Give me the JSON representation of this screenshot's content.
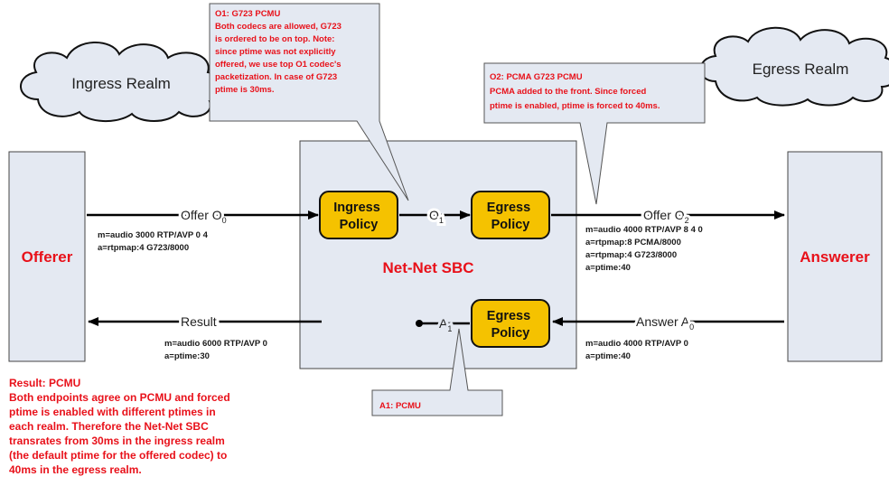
{
  "clouds": {
    "ingress": "Ingress Realm",
    "egress": "Egress Realm"
  },
  "endpoints": {
    "offerer": "Offerer",
    "answerer": "Answerer"
  },
  "sbc": {
    "title": "Net-Net SBC",
    "ingress_policy": [
      "Ingress",
      "Policy"
    ],
    "egress_policy_top": [
      "Egress",
      "Policy"
    ],
    "egress_policy_bottom": [
      "Egress",
      "Policy"
    ]
  },
  "arrows": {
    "offer0": {
      "label": "Offer O",
      "sub": "0"
    },
    "o1": {
      "label": "O",
      "sub": "1"
    },
    "offer2": {
      "label": "Offer O",
      "sub": "2"
    },
    "result": {
      "label": "Result"
    },
    "answer0": {
      "label": "Answer A",
      "sub": "0"
    },
    "a1": {
      "label": "A",
      "sub": "1"
    }
  },
  "sdp": {
    "offer0": [
      "m=audio 3000 RTP/AVP 0 4",
      "a=rtpmap:4 G723/8000"
    ],
    "offer2": [
      "m=audio 4000 RTP/AVP 8 4 0",
      "a=rtpmap:8 PCMA/8000",
      "a=rtpmap:4 G723/8000",
      "a=ptime:40"
    ],
    "result": [
      "m=audio 6000 RTP/AVP 0",
      "a=ptime:30"
    ],
    "answer0": [
      "m=audio 4000 RTP/AVP 0",
      "a=ptime:40"
    ]
  },
  "callouts": {
    "o1": [
      "O1: G723 PCMU",
      "Both codecs are allowed, G723",
      "is ordered to be on top. Note:",
      "since ptime was not explicitly",
      "offered, we use top O1 codec's",
      "packetization. In case of G723",
      "ptime is 30ms."
    ],
    "o2": [
      "O2: PCMA G723 PCMU",
      "PCMA added to the front. Since forced",
      "ptime is enabled, ptime is forced to 40ms."
    ],
    "a1": [
      "A1: PCMU"
    ]
  },
  "result_note": [
    "Result: PCMU",
    "Both endpoints agree on PCMU and forced",
    "ptime is enabled with different ptimes in",
    "each realm. Therefore the Net-Net SBC",
    "transrates from 30ms in the ingress realm",
    "(the default ptime for the offered codec) to",
    "40ms in the egress realm."
  ],
  "colors": {
    "red": "#e8111a",
    "policy_fill": "#f5c200",
    "box_fill": "#e4e9f2",
    "cloud_fill": "#e4e9f2"
  }
}
